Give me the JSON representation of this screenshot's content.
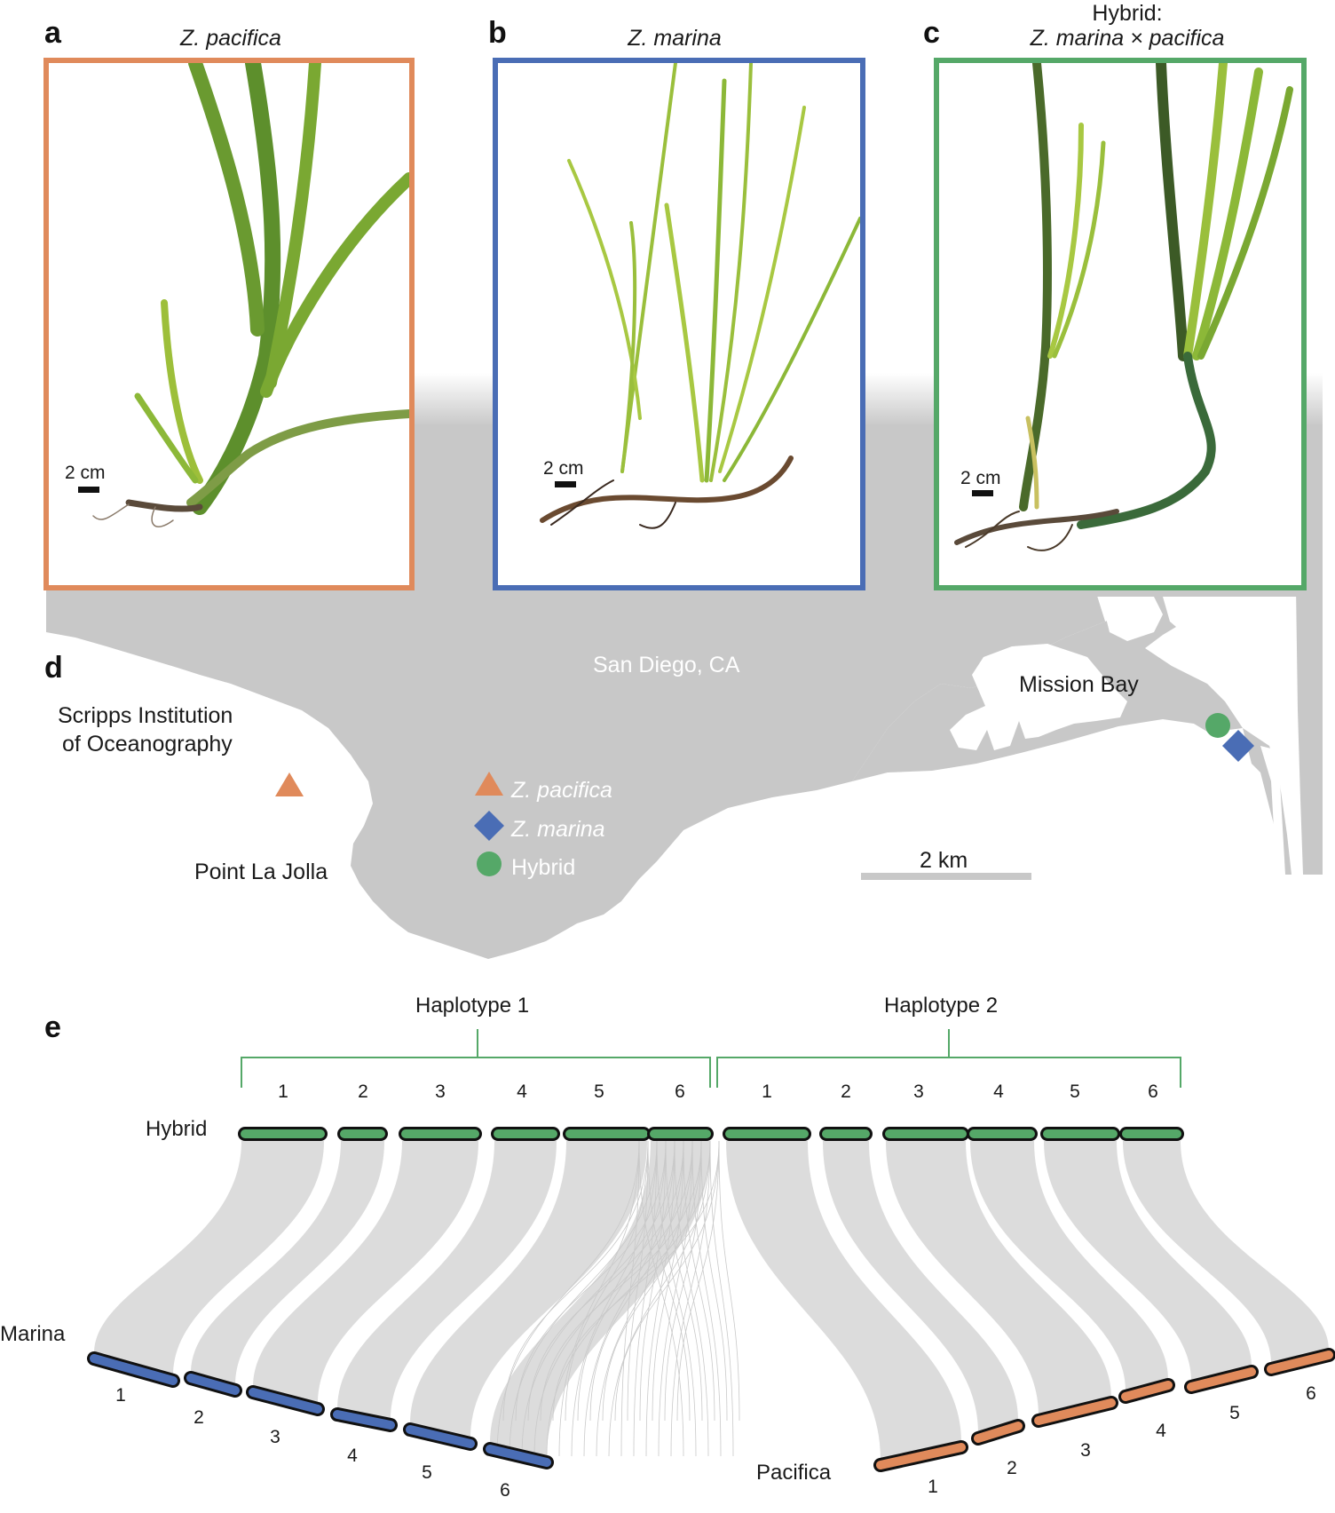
{
  "panels": {
    "a": {
      "label": "a",
      "title": "Z. pacifica",
      "scale": "2 cm",
      "color": "#e08a5b"
    },
    "b": {
      "label": "b",
      "title": "Z. marina",
      "scale": "2 cm",
      "color": "#4a6db5"
    },
    "c": {
      "label": "c",
      "title_line1": "Hybrid:",
      "title_line2": "Z. marina × pacifica",
      "scale": "2 cm",
      "color": "#55a868"
    }
  },
  "map": {
    "label": "d",
    "city": "San Diego, CA",
    "scripps_line1": "Scripps Institution",
    "scripps_line2": "of Oceanography",
    "point": "Point La Jolla",
    "mission_bay": "Mission Bay",
    "scale": "2 km",
    "land_color": "#c8c8c8",
    "legend": [
      {
        "label": "Z. pacifica",
        "shape": "triangle",
        "color": "#e08a5b"
      },
      {
        "label": "Z. marina",
        "shape": "diamond",
        "color": "#4a6db5"
      },
      {
        "label": "Hybrid",
        "shape": "circle",
        "color": "#55a868"
      }
    ]
  },
  "synteny": {
    "label": "e",
    "haplotype1": "Haplotype 1",
    "haplotype2": "Haplotype 2",
    "hybrid_label": "Hybrid",
    "marina_label": "Marina",
    "pacifica_label": "Pacifica",
    "hap1_numbers": [
      "1",
      "2",
      "3",
      "4",
      "5",
      "6"
    ],
    "hap2_numbers": [
      "1",
      "2",
      "3",
      "4",
      "5",
      "6"
    ],
    "marina_numbers": [
      "1",
      "2",
      "3",
      "4",
      "5",
      "6"
    ],
    "pacifica_numbers": [
      "1",
      "2",
      "3",
      "4",
      "5",
      "6"
    ],
    "hybrid_color": "#55a868",
    "marina_color": "#4a6db5",
    "pacifica_color": "#e08a5b",
    "link_color": "#d6d6d6"
  }
}
